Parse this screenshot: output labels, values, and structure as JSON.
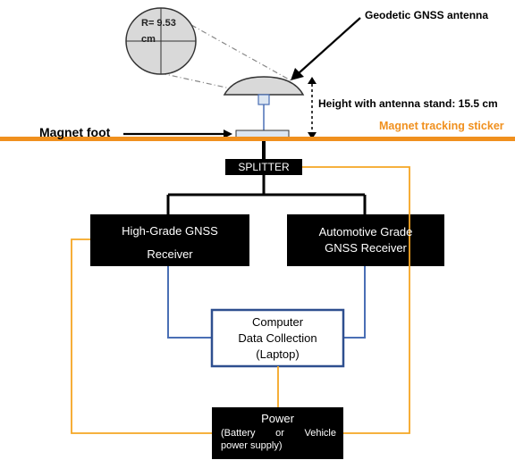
{
  "antenna": {
    "label": "Geodetic GNSS antenna",
    "radius_label_1": "R= 9.53",
    "radius_label_2": "cm",
    "height_label": "Height with antenna stand: 15.5 cm"
  },
  "ground": {
    "magnet_foot_label": "Magnet foot",
    "sticker_label": "Magnet tracking sticker"
  },
  "splitter": {
    "label": "SPLITTER"
  },
  "receivers": {
    "high_grade": {
      "line1": "High-Grade GNSS",
      "line2": "Receiver"
    },
    "automotive": {
      "line1": "Automotive Grade",
      "line2": "GNSS Receiver"
    }
  },
  "computer": {
    "line1": "Computer",
    "line2": "Data Collection",
    "line3": "(Laptop)"
  },
  "power": {
    "line1": "Power",
    "line2a": "(Battery",
    "line2b": "or",
    "line2c": "Vehicle",
    "line3": "power supply)"
  },
  "colors": {
    "orange": "#f5a623",
    "ground_orange": "#f0901e",
    "blue": "#4a6fb5",
    "box_fill": "#000000",
    "antenna_gray": "#d9d9d9",
    "foot_blue": "#dce6f2"
  }
}
